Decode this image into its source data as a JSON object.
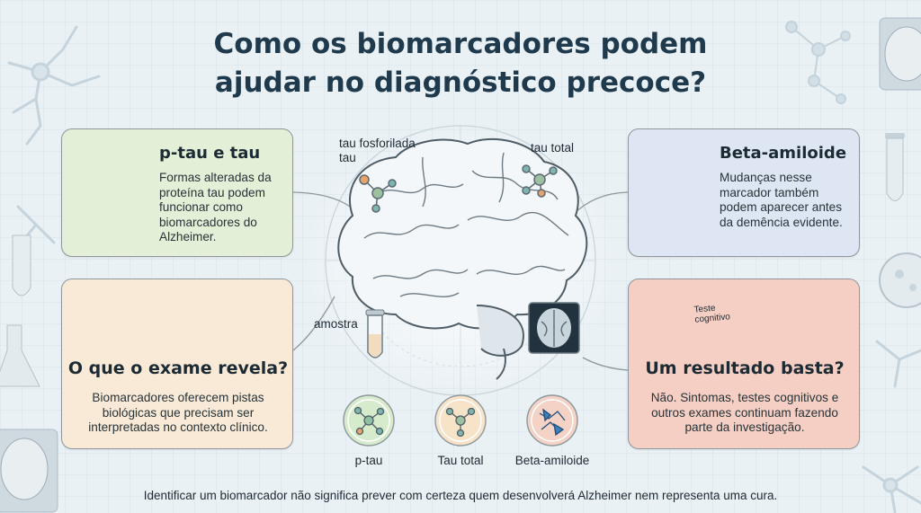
{
  "title_line1": "Como os biomarcadores podem",
  "title_line2": "ajudar no diagnóstico precoce?",
  "cards": {
    "ptau": {
      "title": "p-tau e tau",
      "text": "Formas alteradas da proteína tau podem funcionar como biomarcadores do Alzheimer."
    },
    "beta": {
      "title": "Beta-amiloide",
      "text": "Mudanças nesse marcador também podem aparecer antes da demência evidente."
    },
    "exam": {
      "title": "O que o exame revela?",
      "text": "Biomarcadores oferecem pistas biológicas que precisam ser interpretadas no contexto clínico."
    },
    "result": {
      "title": "Um resultado basta?",
      "text": "Não. Sintomas, testes cognitivos e outros exames continuam fazendo parte da investigação."
    }
  },
  "brain_labels": {
    "tau_fosforilada_line1": "tau fosforilada",
    "tau_fosforilada_line2": "tau",
    "tau_total": "tau total",
    "amostra": "amostra"
  },
  "test_sheet": {
    "line1": "Teste",
    "line2": "cognitivo"
  },
  "badges": [
    {
      "label": "p-tau",
      "color": "#d6ebcc"
    },
    {
      "label": "Tau total",
      "color": "#f6e3c8"
    },
    {
      "label": "Beta-amiloide",
      "color": "#f4d2c6"
    }
  ],
  "footer": "Identificar um biomarcador não significa prever com certeza quem desenvolverá Alzheimer nem representa uma cura.",
  "colors": {
    "background": "#eaf1f5",
    "title": "#1f3a4d",
    "ptau_card": "#e3efd6",
    "beta_card": "#dde6f2",
    "exam_card": "#f8ead6",
    "result_card": "#f5cfc3",
    "molecule_teal": "#7fb5ad",
    "molecule_green": "#9cc0a0",
    "molecule_orange": "#e6a46c",
    "amyloid_blue": "#3f7fb8"
  },
  "icons": [
    "neuron-icon",
    "brain-icon",
    "molecule-icon",
    "amyloid-icon",
    "test-tube-icon",
    "brain-scan-icon",
    "clipboard-icon",
    "checklist-icon",
    "flask-icon"
  ]
}
